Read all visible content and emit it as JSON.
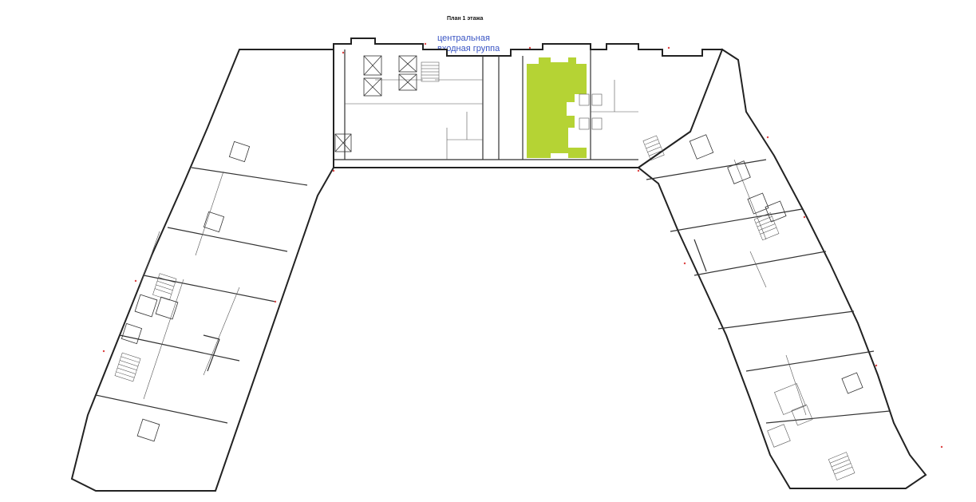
{
  "title": "План 1 этажа",
  "entrance_label": [
    "центральная",
    "входная группа"
  ],
  "colors": {
    "highlight": "#b5d334",
    "entrance_label": "#3a55c4",
    "walls": "#333333",
    "axis_marks": "#dd4444"
  },
  "icons": [
    "stair-icon",
    "elevator-icon"
  ]
}
